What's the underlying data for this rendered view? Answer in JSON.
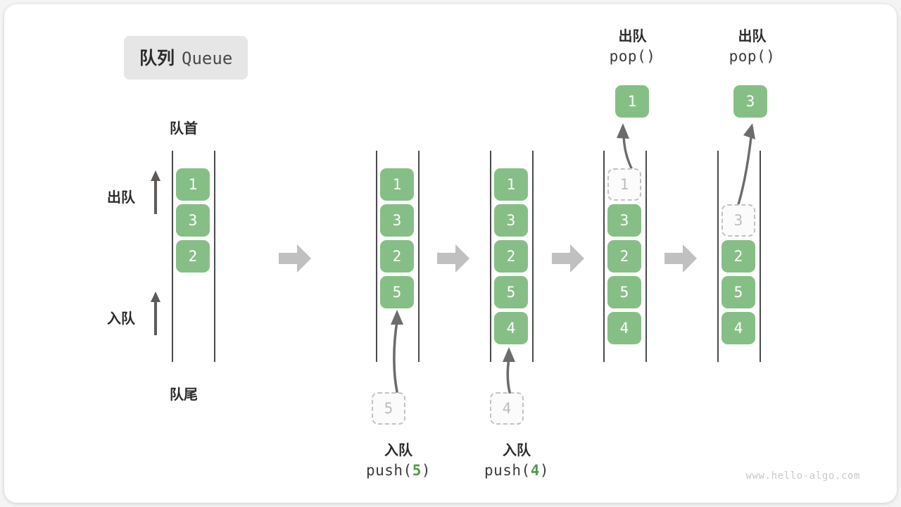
{
  "title": {
    "zh": "队列",
    "en": "Queue"
  },
  "labels": {
    "front": "队首",
    "rear": "队尾",
    "dequeue": "出队",
    "enqueue": "入队"
  },
  "watermark": "www.hello-algo.com",
  "colors": {
    "element": "#86bf86",
    "ghost_border": "#c2c2c2",
    "rail": "#4a4a4a",
    "step_arrow": "#c0c0c0",
    "motion_arrow": "#666666",
    "badge_bg": "#e6e6e6",
    "accent_number": "#4e9a4e"
  },
  "stages": [
    {
      "id": "initial",
      "items": [
        "1",
        "3",
        "2"
      ],
      "ghost_index": -1,
      "caption_top": null,
      "caption_bottom": null,
      "popped": null,
      "incoming": null
    },
    {
      "id": "push-5",
      "items": [
        "1",
        "3",
        "2",
        "5"
      ],
      "ghost_index": -1,
      "caption_top": null,
      "caption_bottom": {
        "zh": "入队",
        "code_prefix": "push(",
        "code_value": "5",
        "code_suffix": ")"
      },
      "popped": null,
      "incoming": "5"
    },
    {
      "id": "push-4",
      "items": [
        "1",
        "3",
        "2",
        "5",
        "4"
      ],
      "ghost_index": -1,
      "caption_top": null,
      "caption_bottom": {
        "zh": "入队",
        "code_prefix": "push(",
        "code_value": "4",
        "code_suffix": ")"
      },
      "popped": null,
      "incoming": "4"
    },
    {
      "id": "pop-1",
      "items": [
        "1",
        "3",
        "2",
        "5",
        "4"
      ],
      "ghost_index": 0,
      "caption_top": {
        "zh": "出队",
        "code": "pop()"
      },
      "caption_bottom": null,
      "popped": "1",
      "incoming": null
    },
    {
      "id": "pop-3",
      "items": [
        "",
        "3",
        "2",
        "5",
        "4"
      ],
      "ghost_index": 1,
      "caption_top": {
        "zh": "出队",
        "code": "pop()"
      },
      "caption_bottom": null,
      "popped": "3",
      "incoming": null
    }
  ]
}
